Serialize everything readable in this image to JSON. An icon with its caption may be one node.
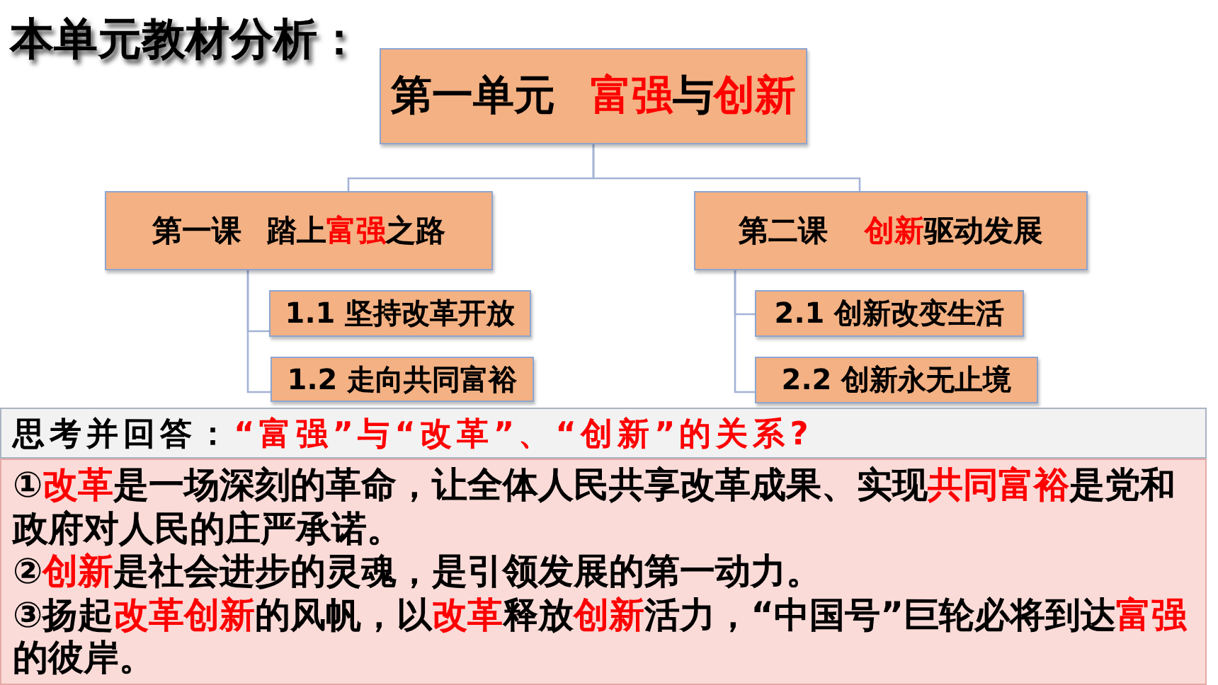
{
  "diagram": {
    "title": "本单元教材分析：",
    "nodes": [
      {
        "text": [
          "第一单元 **富强**与**创新**"
        ]
      },
      {
        "text": [
          "第一课 踏上**富强**之路"
        ]
      },
      {
        "text": [
          "第二课 **创新**驱动发展"
        ]
      },
      {
        "text": [
          "1.1 坚持改革开放"
        ]
      },
      {
        "text": [
          "2.1 创新改变生活"
        ]
      },
      {
        "text": [
          "1.2 走向共同富裕"
        ]
      },
      {
        "text": [
          "2.2 创新永无止境"
        ]
      },
      {
        "text": [
          "思考并回答：**“富强”与“改革”、“创新”的关系?**"
        ]
      },
      {
        "text": [
          "①**改革**是一场深刻的革命，让全体人民共享改革成果、实现**共同富裕**是党和政府对人民的庄严承诺。",
          "②**创新**是社会进步的灵魂，是引领发展的第一动力。",
          "③扬起**改革创新**的风帆，以**改革**释放**创新**活力，“中国号”巨轮必将到达**富强**的彼岸。"
        ]
      }
    ],
    "edges": [
      {
        "from": 0,
        "to": 1,
        "arrow": "none"
      },
      {
        "from": 0,
        "to": 2,
        "arrow": "none"
      },
      {
        "from": 1,
        "to": 3,
        "arrow": "none"
      },
      {
        "from": 1,
        "to": 5,
        "arrow": "none"
      },
      {
        "from": 2,
        "to": 4,
        "arrow": "none"
      },
      {
        "from": 2,
        "to": 6,
        "arrow": "none"
      }
    ]
  }
}
